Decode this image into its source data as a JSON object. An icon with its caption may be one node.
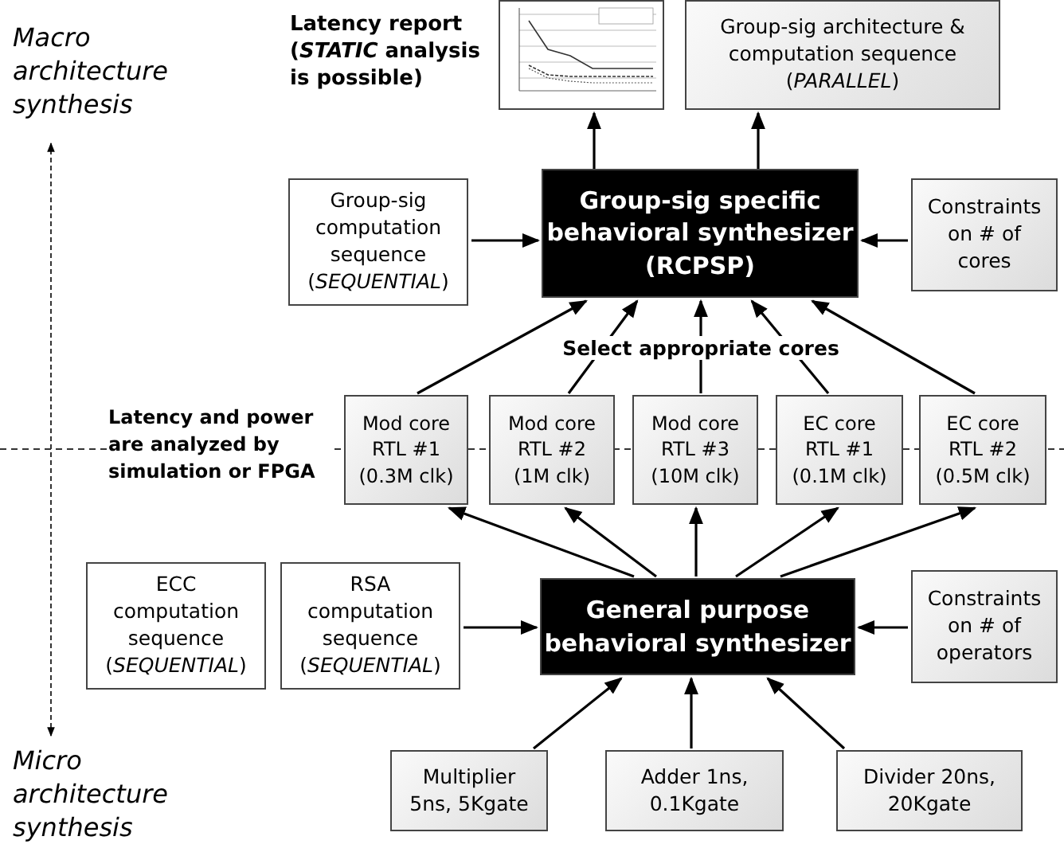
{
  "diagram": {
    "nodes": [
      {
        "text": [],
        "shape": "picture",
        "beside": [
          "Latency report (*STATIC* analysis is possible)"
        ]
      },
      {
        "text": [
          "Group-sig architecture & computation sequence (*PARALLEL*)"
        ]
      },
      {
        "text": [
          "Group-sig computation sequence (*SEQUENTIAL*)"
        ]
      },
      {
        "text": [
          "Group-sig specific behavioral synthesizer (RCPSP)"
        ]
      },
      {
        "text": [
          "Constraints on # of cores"
        ]
      },
      {
        "text": [
          "Mod core RTL #1 (0.3M clk)"
        ]
      },
      {
        "text": [
          "Mod core RTL #2 (1M clk)"
        ]
      },
      {
        "text": [
          "Mod core RTL #3 (10M clk)"
        ]
      },
      {
        "text": [
          "EC core RTL #1 (0.1M clk)"
        ]
      },
      {
        "text": [
          "EC core RTL #2 (0.5M clk)"
        ]
      },
      {
        "text": [
          "ECC computation sequence (*SEQUENTIAL*)"
        ]
      },
      {
        "text": [
          "RSA computation sequence (*SEQUENTIAL*)"
        ]
      },
      {
        "text": [
          "General purpose behavioral synthesizer"
        ]
      },
      {
        "text": [
          "Constraints on # of operators"
        ]
      },
      {
        "text": [
          "Multiplier 5ns, 5Kgate"
        ]
      },
      {
        "text": [
          "Adder 1ns, 0.1Kgate"
        ]
      },
      {
        "text": [
          "Divider 20ns, 20Kgate"
        ]
      }
    ],
    "edges": [
      {
        "from": 3,
        "to": 0,
        "arrow": "to"
      },
      {
        "from": 3,
        "to": 1,
        "arrow": "to"
      },
      {
        "from": 2,
        "to": 3,
        "arrow": "to"
      },
      {
        "from": 4,
        "to": 3,
        "arrow": "to"
      },
      {
        "from": 5,
        "to": 3,
        "arrow": "to"
      },
      {
        "from": 6,
        "to": 3,
        "arrow": "to"
      },
      {
        "from": 7,
        "to": 3,
        "arrow": "to"
      },
      {
        "from": 8,
        "to": 3,
        "arrow": "to"
      },
      {
        "from": 9,
        "to": 3,
        "arrow": "to"
      },
      {
        "from": 12,
        "to": 5,
        "arrow": "to"
      },
      {
        "from": 12,
        "to": 6,
        "arrow": "to"
      },
      {
        "from": 12,
        "to": 7,
        "arrow": "to"
      },
      {
        "from": 12,
        "to": 8,
        "arrow": "to"
      },
      {
        "from": 12,
        "to": 9,
        "arrow": "to"
      },
      {
        "from": 11,
        "to": 12,
        "arrow": "to"
      },
      {
        "from": 13,
        "to": 12,
        "arrow": "to"
      },
      {
        "from": 14,
        "to": 12,
        "arrow": "to"
      },
      {
        "from": 15,
        "to": 12,
        "arrow": "to"
      },
      {
        "from": 16,
        "to": 12,
        "arrow": "to"
      }
    ],
    "labels": [
      "Macro architecture synthesis",
      "Select appropriate cores",
      "Latency and power are analyzed by simulation or FPGA",
      "Micro architecture synthesis"
    ]
  }
}
